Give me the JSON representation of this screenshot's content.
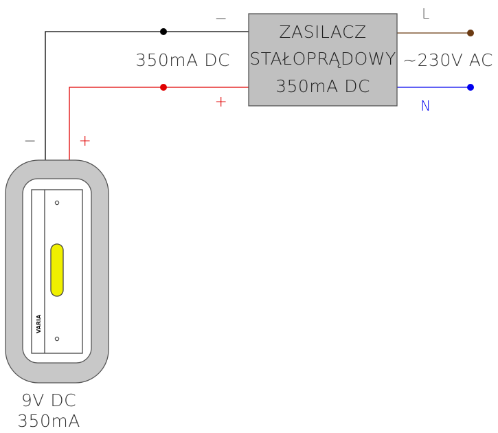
{
  "power_supply": {
    "line1": "ZASILACZ",
    "line2": "STAŁOPRĄDOWY",
    "line3": "350mA DC"
  },
  "output": {
    "label": "350mA DC",
    "minus_symbol": "−",
    "plus_symbol": "+"
  },
  "input": {
    "label": "~230V AC",
    "line_symbol": "L",
    "neutral_symbol": "N"
  },
  "lamp": {
    "minus_symbol": "−",
    "plus_symbol": "+",
    "voltage_label": "9V DC",
    "current_label": "350mA",
    "brand_mark": "VARIA"
  },
  "colors": {
    "negative_wire": "#000000",
    "positive_wire": "#e00000",
    "line_wire": "#6b3a12",
    "neutral_wire": "#0000ee",
    "box_fill": "#c0c0c0",
    "lamp_housing": "#c8c8c8",
    "led_strip": "#f0f000"
  }
}
